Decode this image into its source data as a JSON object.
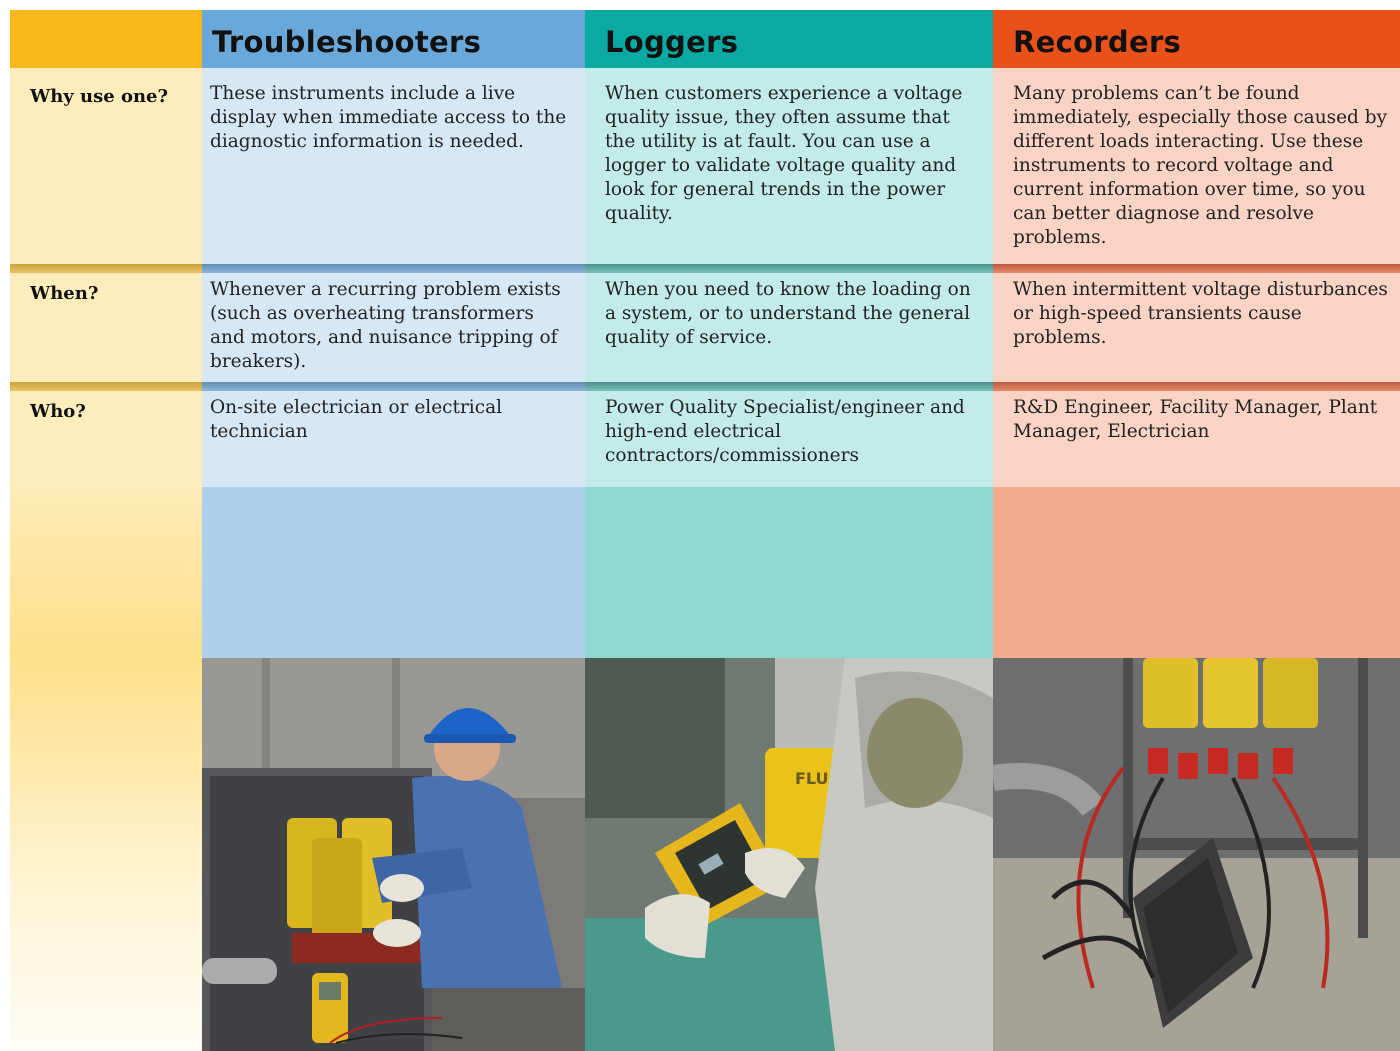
{
  "columns": {
    "troubleshooters": "Troubleshooters",
    "loggers": "Loggers",
    "recorders": "Recorders"
  },
  "rows": {
    "why": {
      "label": "Why use one?",
      "troubleshooters": "These instruments include a live display when immediate access to the diagnostic information is needed.",
      "loggers": "When customers experience a voltage quality issue, they often assume that the utility is at fault. You can use a logger to validate voltage quality and look for general trends in the power quality.",
      "recorders": "Many problems can’t be found immediately, especially those caused by different loads interacting. Use these instruments to record voltage and current information over time, so you can better diagnose and resolve problems."
    },
    "when": {
      "label": "When?",
      "troubleshooters": "Whenever a recurring problem exists (such as overheating transformers and motors, and nuisance tripping of breakers).",
      "loggers": "When you need to know the loading on a system, or to understand the general quality of service.",
      "recorders": "When intermittent voltage disturbances or high-speed transients cause problems."
    },
    "who": {
      "label": "Who?",
      "troubleshooters": "On-site electrician or electrical technician",
      "loggers": "Power Quality Specialist/engineer and high-end electrical contractors/commissioners",
      "recorders": "R&D Engineer, Facility Manager, Plant Manager, Electrician"
    }
  },
  "photos": {
    "loggers_brand": "FLUKE"
  },
  "colors": {
    "label_header": "#f8b71a",
    "troubleshooters_header": "#6aa8d9",
    "loggers_header": "#0aaaa3",
    "recorders_header": "#e8511a"
  }
}
